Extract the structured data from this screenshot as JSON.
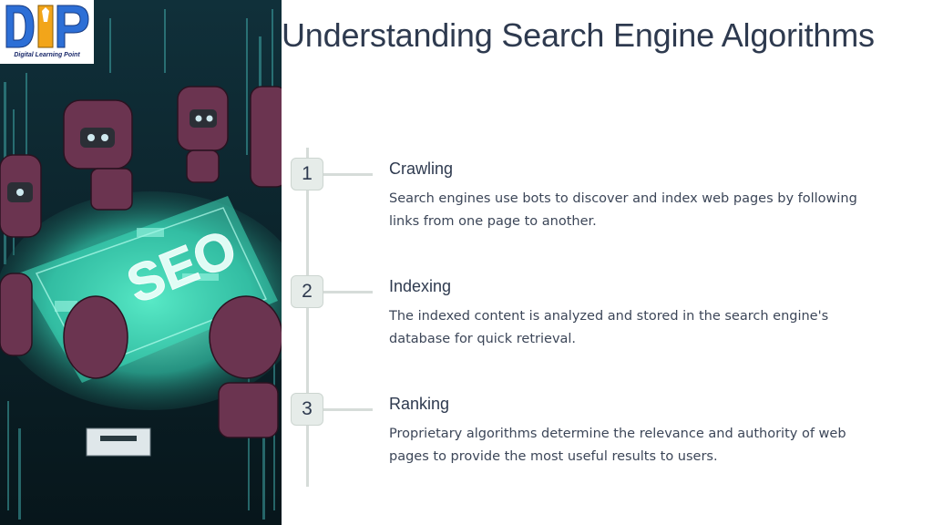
{
  "logo": {
    "caption": "Digital Learning Point",
    "icon": "dlp-logo-icon"
  },
  "hero": {
    "sign_text": "SEO",
    "icon": "seo-robots-illustration"
  },
  "title": "Understanding Search Engine Algorithms",
  "steps": [
    {
      "number": "1",
      "title": "Crawling",
      "description": "Search engines use bots to discover and index web pages by following links from one page to another."
    },
    {
      "number": "2",
      "title": "Indexing",
      "description": "The indexed content is analyzed and stored in the search engine's database for quick retrieval."
    },
    {
      "number": "3",
      "title": "Ranking",
      "description": "Proprietary algorithms determine the relevance and authority of web pages to provide the most useful results to users."
    }
  ],
  "colors": {
    "title": "#2e3a4f",
    "timeline": "#d6dcd9",
    "badge_bg": "#e6ece9",
    "hero_glow": "#5ff0c8",
    "robot": "#7a3a55"
  }
}
